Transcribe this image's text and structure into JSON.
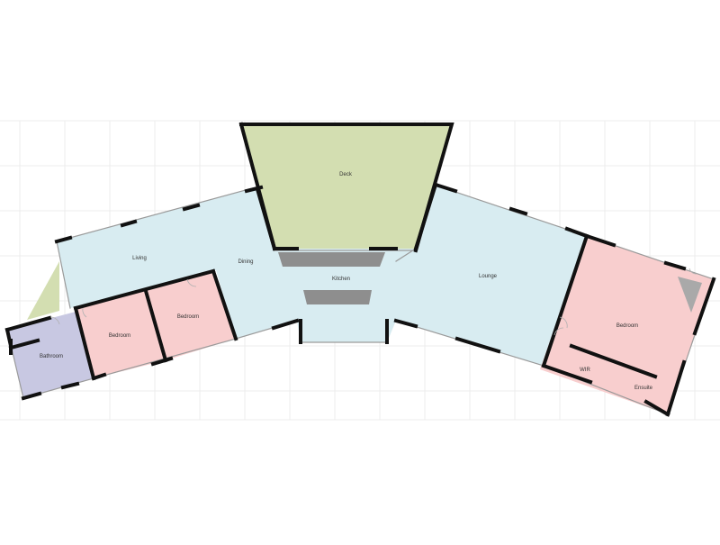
{
  "rooms": {
    "deck": "Deck",
    "living": "Living",
    "dining": "Dining",
    "kitchen": "Kitchen",
    "lounge": "Lounge",
    "bathroom": "Bathroom",
    "bedroom_1": "Bedroom",
    "bedroom_2": "Bedroom",
    "bedroom_master": "Bedroom",
    "wir": "WIR",
    "ensuite": "Ensuite"
  },
  "colors": {
    "living_zone": "#d8ecf1",
    "deck": "#d3deb1",
    "bedroom": "#f8cece",
    "bathroom": "#c8c8e2",
    "grid": "#ececec",
    "wall": "#111111",
    "bench": "#8e8e8e"
  }
}
